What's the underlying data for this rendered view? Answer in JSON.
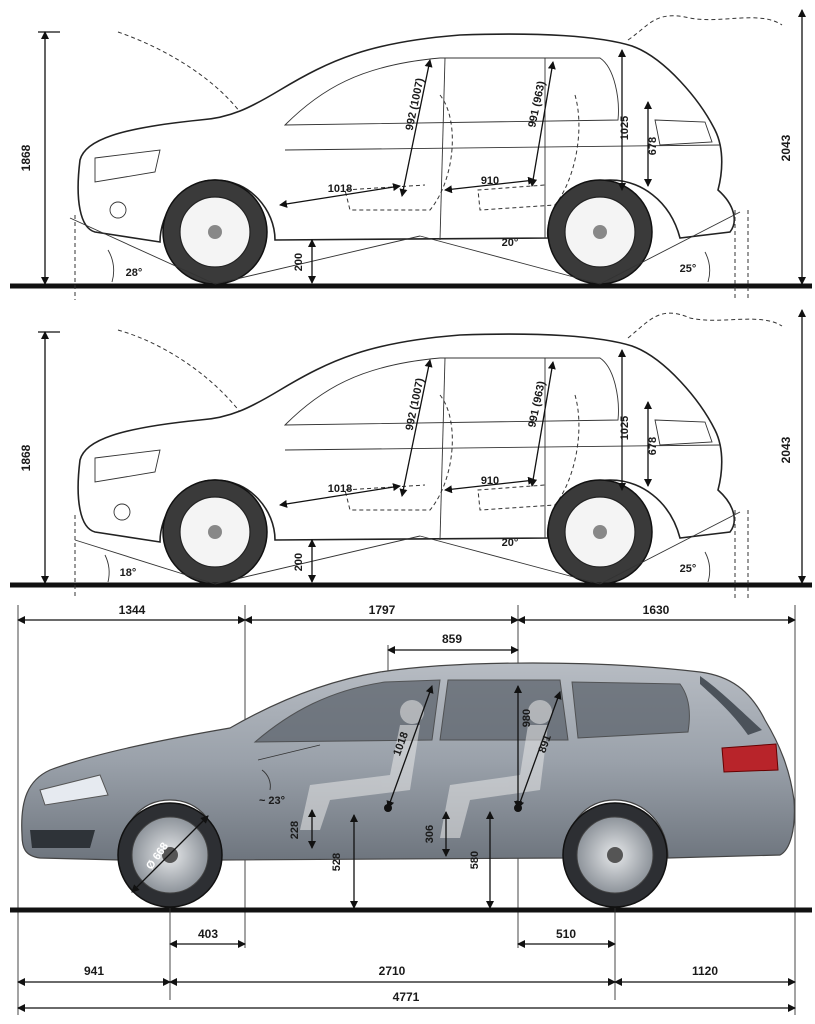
{
  "top_view": {
    "height_front": "1868",
    "height_rear": "2043",
    "hip_front_1": "992",
    "hip_front_2": "(1007)",
    "hip_rear_1": "991",
    "hip_rear_2": "(963)",
    "boot_height": "1025",
    "tail_height": "678",
    "legroom_front": "1018",
    "legroom_rear": "910",
    "ramp_angle": "20°",
    "clearance": "200",
    "approach_angle": "28°",
    "departure_angle": "25°"
  },
  "middle_view": {
    "height_front": "1868",
    "height_rear": "2043",
    "hip_front_1": "992",
    "hip_front_2": "(1007)",
    "hip_rear_1": "991",
    "hip_rear_2": "(963)",
    "boot_height": "1025",
    "tail_height": "678",
    "legroom_front": "1018",
    "legroom_rear": "910",
    "ramp_angle": "20°",
    "clearance": "200",
    "approach_angle": "18°",
    "departure_angle": "25°"
  },
  "bottom_view": {
    "front_section": "1344",
    "middle_section": "1797",
    "rear_section": "1630",
    "seat_spacing": "859",
    "front_headroom": "1018",
    "rear_headroom": "980",
    "rear_headroom_2": "891",
    "seat_angle": "~ 23°",
    "seat_cushion": "228",
    "rear_cushion": "306",
    "front_hip_height": "528",
    "rear_hip_height": "580",
    "wheel_diameter": "Ø 668",
    "front_wheel_offset": "403",
    "rear_wheel_offset": "510",
    "front_overhang": "941",
    "wheelbase": "2710",
    "rear_overhang": "1120",
    "total_length": "4771"
  },
  "colors": {
    "car_body_bottom": "#8a919b",
    "car_glass": "#5d646d",
    "ink": "#111111"
  }
}
